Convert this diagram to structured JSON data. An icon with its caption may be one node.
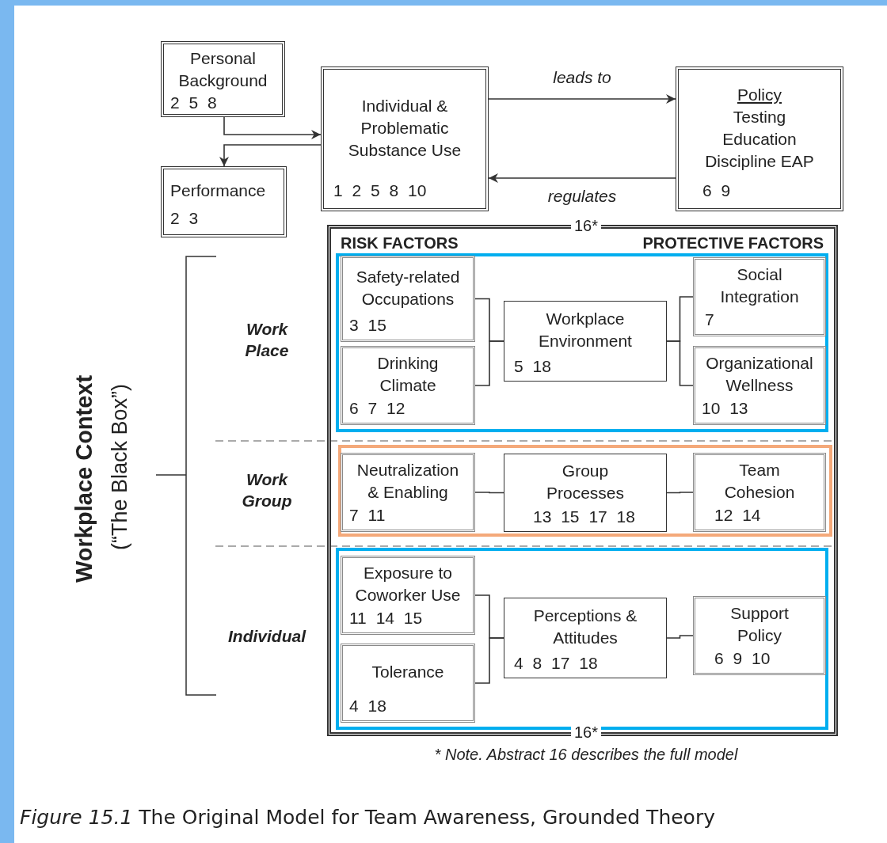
{
  "diagram": {
    "caption": "*Figure 15.1* The Original Model for Team Awareness, Grounded Theory",
    "nodes": [
      {
        "text": [
          "Personal Background",
          "2 5 8"
        ]
      },
      {
        "text": [
          "Individual & Problematic Substance Use",
          "1 2 5 8 10"
        ]
      },
      {
        "text": [
          "Performance",
          "2 3"
        ]
      },
      {
        "text": [
          "Policy",
          "Testing Education Discipline EAP",
          "6 9"
        ]
      },
      {
        "text": [
          "16*",
          "RISK FACTORS",
          "PROTECTIVE FACTORS",
          "16*"
        ]
      },
      {
        "text": [],
        "shape": "box",
        "in": 4
      },
      {
        "text": [
          "Safety-related Occupations",
          "3 15"
        ],
        "in": 5
      },
      {
        "text": [
          "Drinking Climate",
          "6 7 12"
        ],
        "in": 5
      },
      {
        "text": [
          "Workplace Environment",
          "5 18"
        ],
        "in": 5
      },
      {
        "text": [
          "Social Integration",
          "7"
        ],
        "in": 5
      },
      {
        "text": [
          "Organizational Wellness",
          "10 13"
        ],
        "in": 5
      },
      {
        "text": [],
        "shape": "box",
        "in": 4
      },
      {
        "text": [
          "Neutralization & Enabling",
          "7 11"
        ],
        "in": 11
      },
      {
        "text": [
          "Group Processes",
          "13 15 17 18"
        ],
        "in": 11
      },
      {
        "text": [
          "Team Cohesion",
          "12 14"
        ],
        "in": 11
      },
      {
        "text": [],
        "shape": "box",
        "in": 4
      },
      {
        "text": [
          "Exposure to Coworker Use",
          "11 14 15"
        ],
        "in": 15
      },
      {
        "text": [
          "Tolerance",
          "4 18"
        ],
        "in": 15
      },
      {
        "text": [
          "Perceptions & Attitudes",
          "4 8 17 18"
        ],
        "in": 15
      },
      {
        "text": [
          "Support Policy",
          "6 9 10"
        ],
        "in": 15
      }
    ],
    "edges": [
      {
        "from": 0,
        "to": 1,
        "arrow": "to"
      },
      {
        "from": 1,
        "to": 2,
        "arrow": "to"
      },
      {
        "from": 1,
        "to": 3,
        "arrow": "to",
        "label": "leads to"
      },
      {
        "from": 3,
        "to": 1,
        "arrow": "to",
        "label": "regulates"
      },
      {
        "from": 6,
        "to": 8,
        "arrow": "none"
      },
      {
        "from": 7,
        "to": 8,
        "arrow": "none"
      },
      {
        "from": 8,
        "to": 9,
        "arrow": "none"
      },
      {
        "from": 8,
        "to": 10,
        "arrow": "none"
      },
      {
        "from": 12,
        "to": 13,
        "arrow": "none"
      },
      {
        "from": 13,
        "to": 14,
        "arrow": "none"
      },
      {
        "from": 16,
        "to": 18,
        "arrow": "none"
      },
      {
        "from": 17,
        "to": 18,
        "arrow": "none"
      },
      {
        "from": 18,
        "to": 19,
        "arrow": "none"
      }
    ],
    "labels": [
      "Workplace Context",
      "(“The Black Box”)",
      "Work Place",
      "Work Group",
      "Individual",
      "* Note. Abstract 16 describes the full model"
    ]
  }
}
